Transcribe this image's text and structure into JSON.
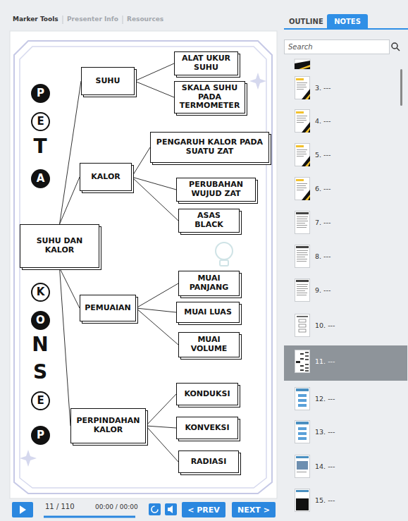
{
  "diagram": {
    "nodes": [
      {
        "text": [
          "SUHU DAN KALOR"
        ]
      },
      {
        "text": [
          "SUHU"
        ]
      },
      {
        "text": [
          "ALAT UKUR SUHU"
        ]
      },
      {
        "text": [
          "SKALA SUHU PADA TERMOMETER"
        ]
      },
      {
        "text": [
          "KALOR"
        ]
      },
      {
        "text": [
          "PENGARUH KALOR PADA SUATU ZAT"
        ]
      },
      {
        "text": [
          "PERUBAHAN WUJUD ZAT"
        ]
      },
      {
        "text": [
          "ASAS BLACK"
        ]
      },
      {
        "text": [
          "PEMUAIAN"
        ]
      },
      {
        "text": [
          "MUAI PANJANG"
        ]
      },
      {
        "text": [
          "MUAI LUAS"
        ]
      },
      {
        "text": [
          "MUAI VOLUME"
        ]
      },
      {
        "text": [
          "PERPINDAHAN KALOR"
        ]
      },
      {
        "text": [
          "KONDUKSI"
        ]
      },
      {
        "text": [
          "KONVEKSI"
        ]
      },
      {
        "text": [
          "RADIASI"
        ]
      },
      {
        "text": [
          "P"
        ]
      },
      {
        "text": [
          "E"
        ]
      },
      {
        "text": [
          "A"
        ]
      },
      {
        "text": [
          "K"
        ]
      },
      {
        "text": [
          "O"
        ]
      },
      {
        "text": [
          "E"
        ]
      },
      {
        "text": [
          "P"
        ]
      },
      {
        "text": [
          "< PREV"
        ]
      },
      {
        "text": [
          "NEXT >"
        ]
      },
      {
        "text": [
          "NOTES"
        ]
      },
      {
        "text": [
          "Search"
        ]
      }
    ],
    "edges": [
      {
        "from": 0,
        "to": 1,
        "arrow": "none"
      },
      {
        "from": 1,
        "to": 2,
        "arrow": "none"
      },
      {
        "from": 1,
        "to": 3,
        "arrow": "none"
      },
      {
        "from": 0,
        "to": 4,
        "arrow": "none"
      },
      {
        "from": 4,
        "to": 5,
        "arrow": "none"
      },
      {
        "from": 4,
        "to": 6,
        "arrow": "none"
      },
      {
        "from": 4,
        "to": 7,
        "arrow": "none"
      },
      {
        "from": 0,
        "to": 8,
        "arrow": "none"
      },
      {
        "from": 8,
        "to": 9,
        "arrow": "none"
      },
      {
        "from": 8,
        "to": 10,
        "arrow": "none"
      },
      {
        "from": 8,
        "to": 11,
        "arrow": "none"
      },
      {
        "from": 0,
        "to": 12,
        "arrow": "none"
      },
      {
        "from": 12,
        "to": 13,
        "arrow": "none"
      },
      {
        "from": 12,
        "to": 14,
        "arrow": "none"
      },
      {
        "from": 12,
        "to": 15,
        "arrow": "none"
      }
    ],
    "labels": [
      "Marker Tools",
      "Presenter Info",
      "Resources",
      "T",
      "N",
      "S",
      "11 / 110",
      "00:00 / 00:00",
      "OUTLINE",
      "3. ---",
      "4. ---",
      "5. ---",
      "6. ---",
      "7. ---",
      "8. ---",
      "9. ---",
      "10. ---",
      "11. ---",
      "12. ---",
      "13. ---",
      "14. ---",
      "15. ---"
    ]
  }
}
